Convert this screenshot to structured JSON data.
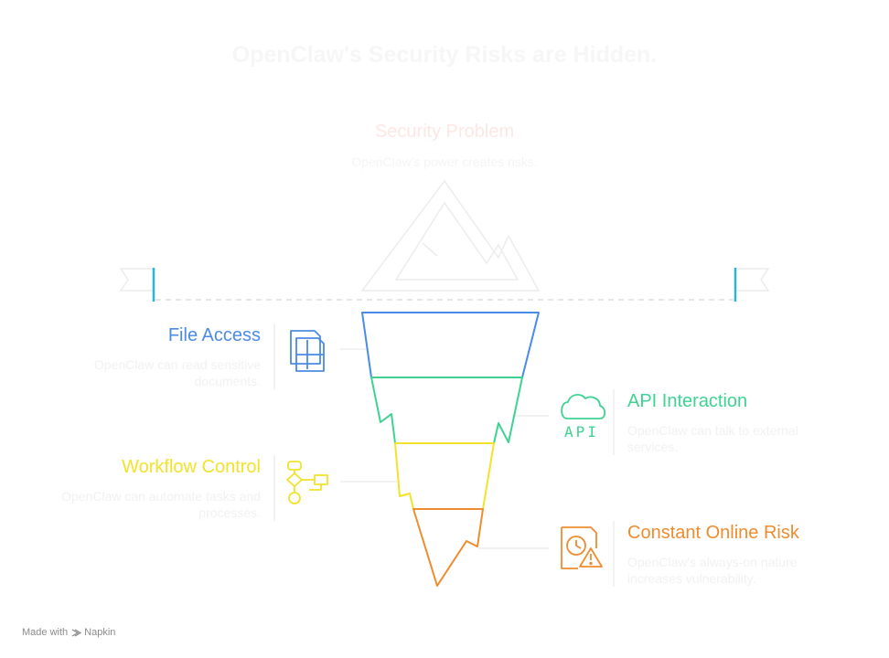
{
  "title": "OpenClaw's Security Risks are Hidden.",
  "hidden": {
    "title": "Security Problem",
    "description": "OpenClaw's power creates risks."
  },
  "layers": [
    {
      "title": "File Access",
      "description": "OpenClaw can read sensitive documents.",
      "color": "#4a8ae8",
      "icon": "document-copy-icon"
    },
    {
      "title": "API Interaction",
      "description": "OpenClaw can talk to external services.",
      "color": "#3ed392",
      "icon": "cloud-api-icon",
      "icon_text": "API"
    },
    {
      "title": "Workflow Control",
      "description": "OpenClaw can automate tasks and processes.",
      "color": "#f2e22a",
      "icon": "flowchart-icon"
    },
    {
      "title": "Constant Online Risk",
      "description": "OpenClaw's always-on nature increases vulnerability.",
      "color": "#ef8c2f",
      "icon": "clock-warning-document-icon"
    }
  ],
  "colors": {
    "waterline_marker": "#27b6d8",
    "iceberg_outline": "#ececec"
  },
  "footer": {
    "prefix": "Made with",
    "brand": "Napkin"
  }
}
